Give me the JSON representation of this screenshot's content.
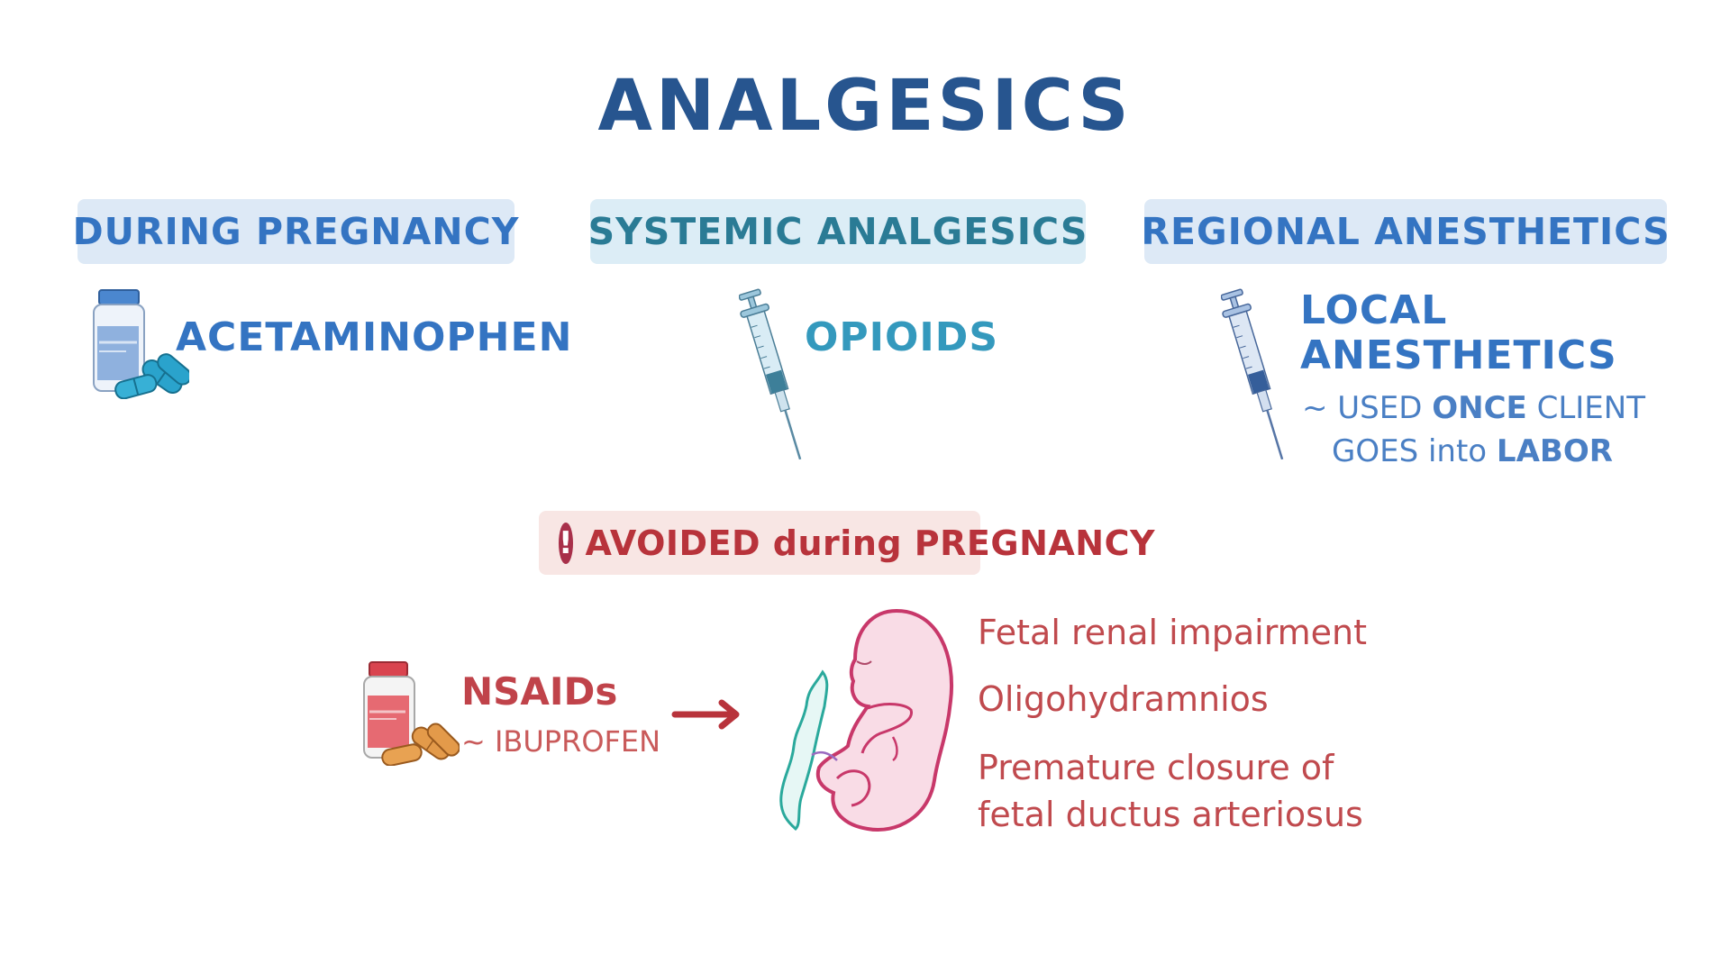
{
  "title": "ANALGESICS",
  "categories": [
    {
      "header": "DURING PREGNANCY",
      "icon": "pill-bottle-icon",
      "drug": "ACETAMINOPHEN",
      "color": "#3474c2"
    },
    {
      "header": "SYSTEMIC ANALGESICS",
      "icon": "syringe-icon",
      "drug": "OPIOIDS",
      "color": "#3499bd"
    },
    {
      "header": "REGIONAL ANESTHETICS",
      "icon": "syringe-icon",
      "drug_line1": "LOCAL",
      "drug_line2": "ANESTHETICS",
      "note_line1_prefix": "~ USED ",
      "note_line1_bold": "ONCE",
      "note_line1_suffix": " CLIENT",
      "note_line2_prefix": "GOES into ",
      "note_line2_bold": "LABOR",
      "color": "#3474c2"
    }
  ],
  "avoided": {
    "icon": "exclamation-circle-icon",
    "icon_glyph": "!",
    "label": "AVOIDED during PREGNANCY",
    "drug": "NSAIDs",
    "example": "~ IBUPROFEN",
    "arrow": "arrow-right-icon",
    "illustration": "fetus-icon",
    "effects": [
      "Fetal renal impairment",
      "Oligohydramnios",
      "Premature closure of",
      "fetal ductus arteriosus"
    ],
    "colors": {
      "text": "#b8333b",
      "banner_bg": "#f8e6e4",
      "icon_bg": "#a8304a"
    }
  }
}
